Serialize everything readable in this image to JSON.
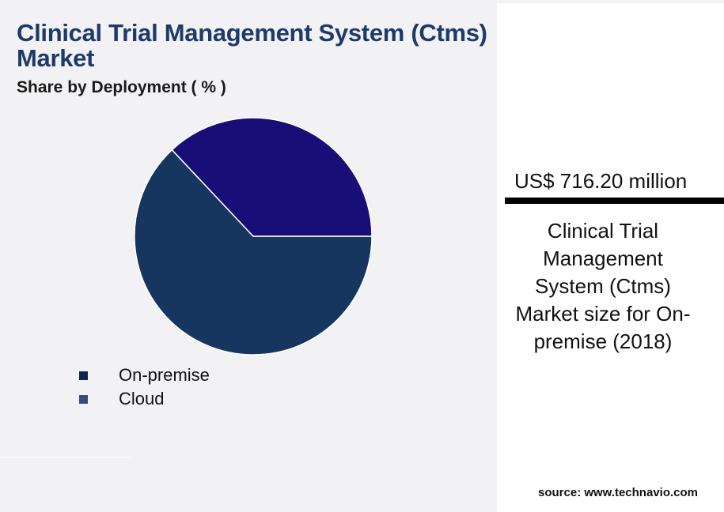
{
  "title": "Clinical Trial Management System (Ctms) Market",
  "subtitle": "Share by Deployment ( % )",
  "colors": {
    "on_premise": "#17365f",
    "cloud": "#190e78",
    "title": "#1d3a6b",
    "legend_on_premise": "#13254a",
    "legend_cloud": "#3a4a7d"
  },
  "chart_data": {
    "type": "pie",
    "slices": [
      {
        "label": "On-premise",
        "value": 63,
        "color": "#17365f"
      },
      {
        "label": "Cloud",
        "value": 37,
        "color": "#190e78"
      }
    ]
  },
  "legend": {
    "items": [
      {
        "label": "On-premise",
        "color": "#13254a"
      },
      {
        "label": "Cloud",
        "color": "#3a4a7d"
      }
    ]
  },
  "highlight": {
    "value": "US$ 716.20 million",
    "description": "Clinical Trial Management System (Ctms) Market size for On-premise (2018)"
  },
  "source": "source: www.technavio.com"
}
